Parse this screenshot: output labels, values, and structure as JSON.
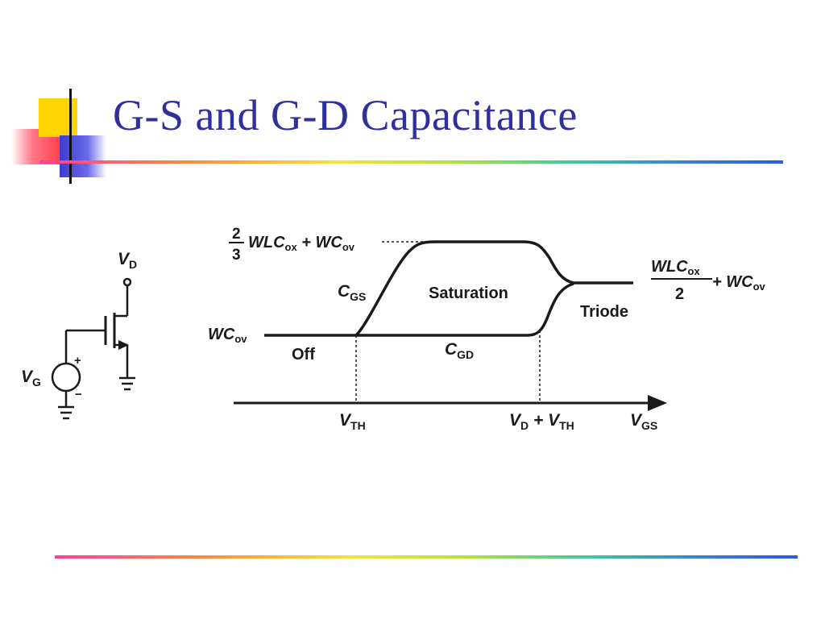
{
  "slide": {
    "title": "G-S and G-D Capacitance"
  },
  "circuit": {
    "drain_label": {
      "base": "V",
      "sub": "D"
    },
    "gate_label": {
      "base": "V",
      "sub": "G"
    },
    "plus": "+",
    "minus": "−"
  },
  "graph": {
    "top_level_label": {
      "frac_num": "2",
      "frac_den": "3",
      "base": "WLC",
      "sub": "ox",
      "plus": " + WC",
      "sub2": "ov"
    },
    "left_level_label": {
      "base": "WC",
      "sub": "ov"
    },
    "right_level_label": {
      "num_base": "WLC",
      "num_sub": "ox",
      "den": "2",
      "plus": " + WC",
      "sub": "ov"
    },
    "cgs_label": {
      "base": "C",
      "sub": "GS"
    },
    "cgd_label": {
      "base": "C",
      "sub": "GD"
    },
    "region_off": "Off",
    "region_saturation": "Saturation",
    "region_triode": "Triode",
    "tick_vth": {
      "base": "V",
      "sub": "TH"
    },
    "tick_vd_vth": {
      "base": "V",
      "sub": "D",
      "plus": " + V",
      "sub2": "TH"
    },
    "axis_label": {
      "base": "V",
      "sub": "GS"
    }
  },
  "colors": {
    "title": "#2f2f9e",
    "ink": "#1a1a1a"
  }
}
